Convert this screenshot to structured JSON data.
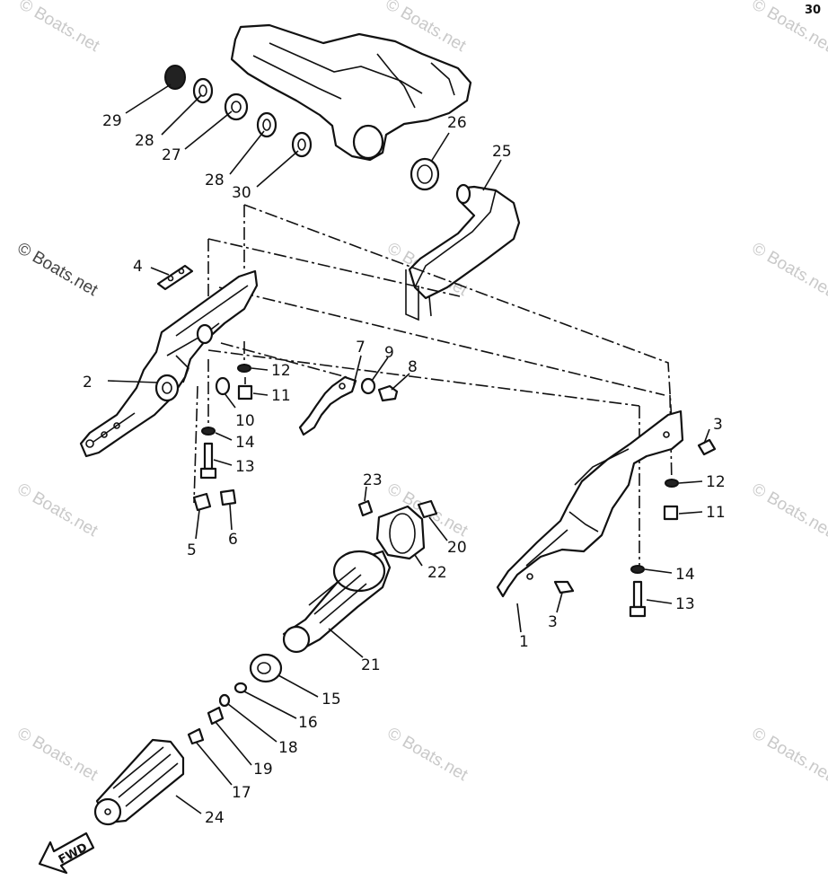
{
  "page_number": "30",
  "watermark": "© Boats.net",
  "fwd_label": "FWD",
  "callouts": {
    "c1": "1",
    "c2": "2",
    "c3a": "3",
    "c3b": "3",
    "c4": "4",
    "c5": "5",
    "c6": "6",
    "c7": "7",
    "c8": "8",
    "c9": "9",
    "c10": "10",
    "c11a": "11",
    "c11b": "11",
    "c12a": "12",
    "c12b": "12",
    "c13a": "13",
    "c13b": "13",
    "c14a": "14",
    "c14b": "14",
    "c15": "15",
    "c16": "16",
    "c17": "17",
    "c18": "18",
    "c19": "19",
    "c20": "20",
    "c21": "21",
    "c22": "22",
    "c23": "23",
    "c24": "24",
    "c25": "25",
    "c26": "26",
    "c27": "27",
    "c28a": "28",
    "c28b": "28",
    "c29": "29",
    "c30": "30"
  }
}
